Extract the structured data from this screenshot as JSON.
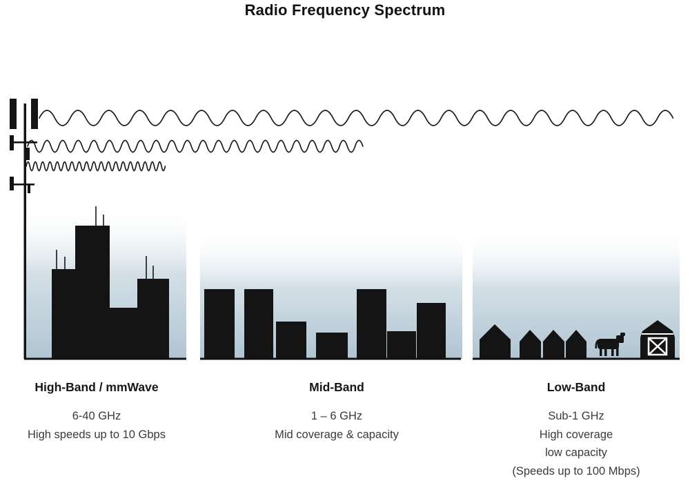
{
  "title": "Radio Frequency Spectrum",
  "bands": [
    {
      "id": "high-band",
      "heading": "High-Band / mmWave",
      "details": [
        "6-40 GHz",
        "High speeds up to 10 Gbps"
      ]
    },
    {
      "id": "mid-band",
      "heading": "Mid-Band",
      "details": [
        "1 – 6 GHz",
        "Mid coverage & capacity"
      ]
    },
    {
      "id": "low-band",
      "heading": "Low-Band",
      "details": [
        "Sub-1 GHz",
        "High coverage",
        "low capacity",
        "(Speeds up to 100 Mbps)"
      ]
    }
  ],
  "icons": {
    "tower": "cell-tower-icon",
    "waves": [
      "low-band-long-wave",
      "mid-band-medium-wave",
      "high-band-short-wave"
    ],
    "scenes": [
      "city-skyscrapers",
      "mid-rise-buildings",
      "rural-houses-cow-barn"
    ]
  },
  "colors": {
    "silhouette": "#141414",
    "sky_gradient_bottom": "#b0c5d2",
    "title_text": "#111111",
    "body_text": "#3a3a3a"
  }
}
